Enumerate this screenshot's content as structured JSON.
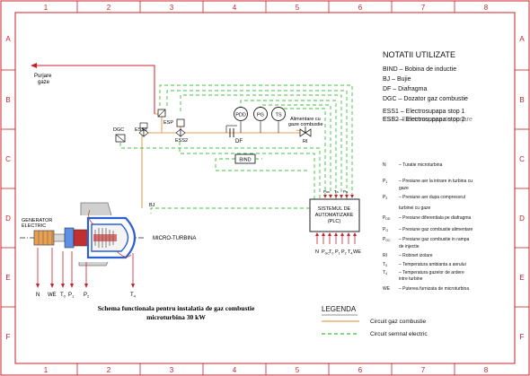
{
  "frame": {
    "columns": [
      "1",
      "2",
      "3",
      "4",
      "5",
      "6",
      "7",
      "8"
    ],
    "rows": [
      "A",
      "B",
      "C",
      "D",
      "E",
      "F"
    ]
  },
  "diagram": {
    "caption_line1": "Schema functionala pentru  instalatia de gaz combustie",
    "caption_line2": "microturbina 30 kW",
    "purjare": [
      "Purjare",
      "gaze"
    ],
    "generator": [
      "GENERATOR",
      "ELECTRIC"
    ],
    "microturbina": "MICRO-TURBINA",
    "plc": [
      "SISTEMUL DE",
      "AUTOMATIZARE",
      "(PLC)"
    ],
    "supply": [
      "Alimentare cu",
      "gaze combustie"
    ],
    "components": {
      "dgc": "DGC",
      "ess1": "ESS1",
      "esp": "ESP",
      "ess2": "ESS2",
      "bind": "BIND",
      "df": "DF",
      "ri": "RI",
      "bj": "BJ",
      "pdd": "PDD",
      "pg": "PG",
      "ts": "TS"
    },
    "bottom_labels": [
      "N",
      "WE",
      "T",
      "P",
      "P",
      "T"
    ],
    "bottom_subs": [
      "",
      "",
      "0",
      "1",
      "2",
      "4"
    ],
    "plc_labels": [
      "N",
      "P",
      "T",
      "P",
      "P",
      "T",
      "WE"
    ],
    "plc_subs": [
      "",
      "GC",
      "0",
      "1",
      "2",
      "4",
      ""
    ],
    "plc_top_labels": [
      "P",
      "T",
      "P"
    ],
    "plc_top_subs": [
      "DD",
      "S",
      "G"
    ]
  },
  "notations": {
    "title": "NOTATII  UTILIZATE",
    "main": [
      "BIND  –  Bobina de inductie",
      "BJ   –  Bujie",
      "DF  –  Diafragma",
      "DGC  –  Dozator gaz combustie",
      "ESS1  –  Electrosupapa stop 1",
      "ESS2  –  Electrosupapa stop 2",
      "ESP  –  Electrosupapa de purjare"
    ],
    "details": [
      [
        "N",
        "–  Turatie microturbina"
      ],
      [
        "P",
        "1",
        "–  Presiune aer la intrare in turbina cu"
      ],
      [
        "",
        "",
        "    gaze"
      ],
      [
        "P",
        "2",
        "–  Presiune aer dupa compresorul"
      ],
      [
        "",
        "",
        "    turbinei cu gaze"
      ],
      [
        "P",
        "DD",
        "–  Presiune diferentiala pe diafragma"
      ],
      [
        "P",
        "G",
        "–  Presiune gaz combustie alimentare"
      ],
      [
        "P",
        "GC",
        "–  Presiune gaz combustie in rampa"
      ],
      [
        "",
        "",
        "    de injectie"
      ],
      [
        "RI",
        "",
        "–  Robinet izolare"
      ],
      [
        "T",
        "0",
        "–  Temperatura ambianta a aerului"
      ],
      [
        "T",
        "4",
        "–  Temperatura gazelor de ardere"
      ],
      [
        "",
        "",
        "    intre turbine"
      ],
      [
        "WE",
        "",
        "–  Puterea furnizata de microturbina"
      ]
    ]
  },
  "legend": {
    "title": "LEGENDA",
    "items": [
      {
        "label": "Circuit  gaz combustie",
        "color": "#e8a050",
        "style": "solid"
      },
      {
        "label": "Circuit  semnal electric",
        "color": "#3cc23c",
        "style": "dashed"
      }
    ]
  },
  "colors": {
    "frame": "#c8202a",
    "gas": "#e8a050",
    "signal": "#3cc23c",
    "wire": "#444444",
    "turbine": "#2d5fd4"
  }
}
